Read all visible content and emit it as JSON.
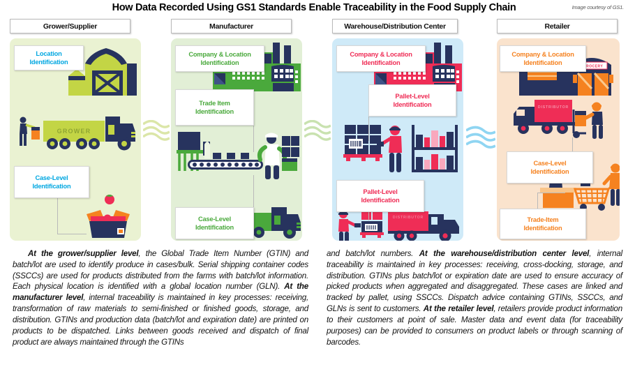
{
  "header": {
    "title": "How Data Recorded Using GS1 Standards Enable Traceability in the Food Supply Chain",
    "credit": "Image courtesy of GS1."
  },
  "colors": {
    "cyan": "#00a7e1",
    "green": "#4aa93c",
    "pink": "#ef2d56",
    "orange": "#f58220",
    "navy": "#27335e",
    "lime": "#c3d545",
    "panel_grower_bg": "#eaf2d2",
    "panel_manufacturer_bg": "#e2efd6",
    "panel_warehouse_bg": "#cfeaf8",
    "panel_retailer_bg": "#fae3cd"
  },
  "panels": [
    {
      "id": "grower-supplier",
      "heading": "Grower/Supplier",
      "labels": [
        {
          "line1": "Location",
          "line2": "Identification"
        },
        {
          "line1": "Case-Level",
          "line2": "Identification"
        }
      ],
      "illustration_text": {
        "truck": "GROWER"
      },
      "icons": [
        "barn-icon",
        "grower-truck-icon",
        "worker-icon",
        "produce-case-icon",
        "tomato-icon"
      ]
    },
    {
      "id": "manufacturer",
      "heading": "Manufacturer",
      "labels": [
        {
          "line1": "Company & Location",
          "line2": "Identification"
        },
        {
          "line1": "Trade Item",
          "line2": "Identification"
        },
        {
          "line1": "Case-Level",
          "line2": "Identification"
        }
      ],
      "illustration_text": {},
      "icons": [
        "factory-icon",
        "conveyor-line-icon",
        "packer-worker-icon",
        "boxes-icon",
        "delivery-truck-icon"
      ]
    },
    {
      "id": "warehouse-distribution-center",
      "heading": "Warehouse/Distribution Center",
      "labels": [
        {
          "line1": "Company & Location",
          "line2": "Identification"
        },
        {
          "line1": "Pallet-Level",
          "line2": "Identification"
        },
        {
          "line1": "Pallet-Level",
          "line2": "Identification"
        }
      ],
      "illustration_text": {
        "truck": "DISTRIBUTOR"
      },
      "icons": [
        "warehouse-icon",
        "pallet-icon",
        "scanner-worker-icon",
        "shelving-rack-icon",
        "distributor-truck-icon"
      ]
    },
    {
      "id": "retailer",
      "heading": "Retailer",
      "labels": [
        {
          "line1": "Company & Location",
          "line2": "Identification"
        },
        {
          "line1": "Case-Level",
          "line2": "Identification"
        },
        {
          "line1": "Trade-Item",
          "line2": "Identification"
        }
      ],
      "illustration_text": {
        "store_sign": "GROCERY",
        "truck": "DISTRIBUTOR"
      },
      "icons": [
        "grocery-store-icon",
        "distributor-truck-icon",
        "hand-truck-worker-icon",
        "checkout-counter-icon",
        "shopping-cart-icon"
      ]
    }
  ],
  "body": {
    "left_html": "<b>At the grower/supplier level</b>, the Global Trade Item Number (GTIN) and batch/lot are used to identify produce in cases/bulk. Serial shipping container codes (SSCCs) are used for products distributed from the farms with batch/lot information. Each physical location is identified with a global location number (GLN). <b>At the manufacturer level</b>, internal traceability is maintained in key processes: receiving, transformation of raw materials to semi-finished or finished goods, storage, and distribution. GTINs and production data (batch/lot and expiration date) are printed on products to be dispatched. Links between goods received and dispatch of final product are always maintained through the GTINs",
    "right_html": "and batch/lot numbers. <b>At the warehouse/distribution center level</b>, internal traceability is maintained in key processes: receiving, cross-docking, storage, and distribution. GTINs plus batch/lot or expiration date are used to ensure accuracy of picked products when aggregated and disaggregated. These cases are linked and tracked by pallet, using SSCCs. Dispatch advice containing GTINs, SSCCs, and GLNs is sent to customers. <b>At the retailer level</b>, retailers provide product information to their customers at point of sale. Master data and event data (for traceability purposes) can be provided to consumers on product labels or through scanning of barcodes."
  }
}
